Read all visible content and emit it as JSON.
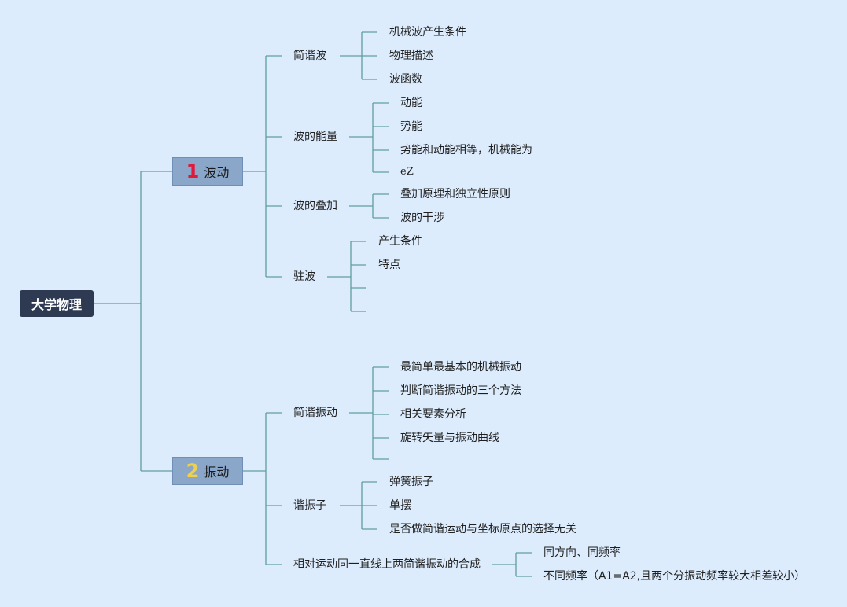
{
  "root": {
    "label": "大学物理"
  },
  "topics": [
    {
      "number": "1",
      "number_color": "#e0193a",
      "label": "波动",
      "subs": [
        {
          "label": "简谐波",
          "leaves": [
            "机械波产生条件",
            "物理描述",
            "波函数"
          ]
        },
        {
          "label": "波的能量",
          "leaves": [
            "动能",
            "势能",
            "势能和动能相等，机械能为",
            "eZ"
          ]
        },
        {
          "label": "波的叠加",
          "leaves": [
            "叠加原理和独立性原则",
            "波的干涉"
          ]
        },
        {
          "label": "驻波",
          "leaves": [
            "产生条件",
            "特点",
            "",
            ""
          ]
        }
      ]
    },
    {
      "number": "2",
      "number_color": "#f2d14a",
      "label": "振动",
      "subs": [
        {
          "label": "简谐振动",
          "leaves": [
            "最简单最基本的机械振动",
            "判断简谐振动的三个方法",
            "相关要素分析",
            "旋转矢量与振动曲线",
            ""
          ]
        },
        {
          "label": "谐振子",
          "leaves": [
            "弹簧振子",
            "单摆",
            "是否做简谐运动与坐标原点的选择无关"
          ]
        },
        {
          "label": "相对运动同一直线上两简谐振动的合成",
          "leaves": [
            "同方向、同频率",
            "不同频率（A1=A2,且两个分振动频率较大相差较小）"
          ]
        }
      ]
    }
  ],
  "colors": {
    "background": "#dcecfd",
    "line": "#5f9ea0",
    "root_fill": "#2e3a52",
    "topic_fill": "#8aa6c9"
  }
}
